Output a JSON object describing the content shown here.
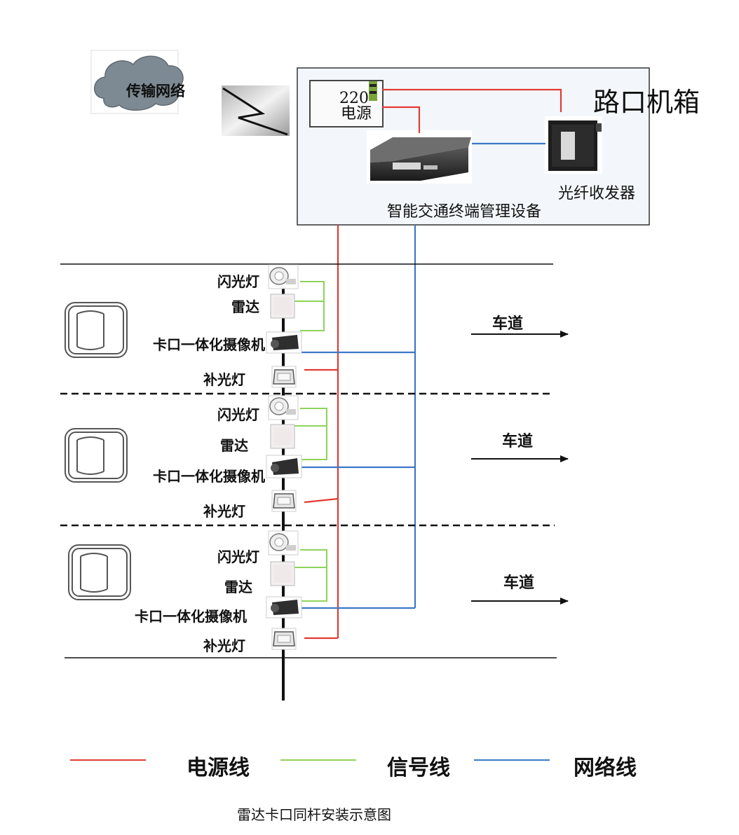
{
  "network_label": "传输网络",
  "cabinet": {
    "title": "路口机箱",
    "power_voltage": "220",
    "power_label": "电源",
    "transceiver_label": "光纤收发器",
    "terminal_label": "智能交通终端管理设备"
  },
  "lanes": [
    {
      "flash": "闪光灯",
      "radar": "雷达",
      "camera": "卡口一体化摄像机",
      "fill_light": "补光灯",
      "direction": "车道"
    },
    {
      "flash": "闪光灯",
      "radar": "雷达",
      "camera": "卡口一体化摄像机",
      "fill_light": "补光灯",
      "direction": "车道"
    },
    {
      "flash": "闪光灯",
      "radar": "雷达",
      "camera": "卡口一体化摄像机",
      "fill_light": "补光灯",
      "direction": "车道"
    }
  ],
  "legend": {
    "power": "电源线",
    "signal": "信号线",
    "network": "网络线"
  },
  "colors": {
    "power": "#e23b32",
    "signal": "#8fd35a",
    "network": "#3b78c8"
  },
  "caption": "雷达卡口同杆安装示意图"
}
